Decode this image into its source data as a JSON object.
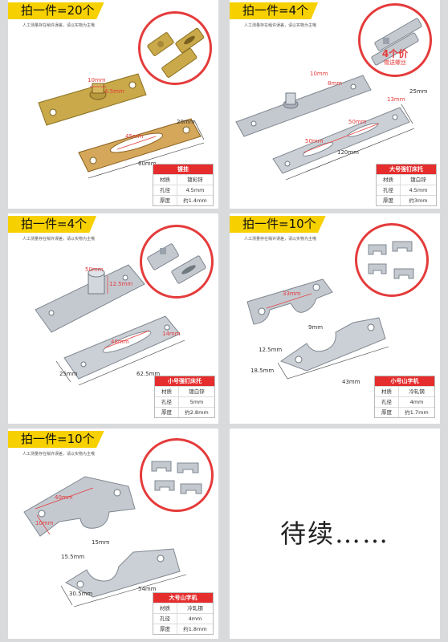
{
  "note": "人工测量存在稍许误差，请以实物为主哦",
  "colors": {
    "banner": "#f7d000",
    "accent": "#e53b3b",
    "zinc_color": "#c9a94a",
    "zinc_white": "#c4c9d0"
  },
  "panels": [
    {
      "title": "拍一件=20个",
      "dims": [
        "10mm",
        "4.5mm",
        "45mm",
        "20mm",
        "60mm"
      ],
      "spec_title": "镀挂",
      "specs": [
        [
          "材质",
          "镀彩锌"
        ],
        [
          "孔径",
          "4.5mm"
        ],
        [
          "厚度",
          "约1.4mm"
        ]
      ]
    },
    {
      "title": "拍一件=4个",
      "price_big": "4个价",
      "price_small": "赠送螺丝",
      "dims": [
        "10mm",
        "8mm",
        "25mm",
        "13mm",
        "50mm",
        "50mm",
        "120mm"
      ],
      "spec_title": "大号强钉床托",
      "specs": [
        [
          "材质",
          "镀白锌"
        ],
        [
          "孔径",
          "4.5mm"
        ],
        [
          "厚度",
          "约3mm"
        ]
      ]
    },
    {
      "title": "拍一件=4个",
      "dims": [
        "50mm",
        "12.5mm",
        "48mm",
        "14mm",
        "25mm",
        "62.5mm"
      ],
      "spec_title": "小号强钉床托",
      "specs": [
        [
          "材质",
          "镀白锌"
        ],
        [
          "孔径",
          "5mm"
        ],
        [
          "厚度",
          "约2.8mm"
        ]
      ]
    },
    {
      "title": "拍一件=10个",
      "dims": [
        "33mm",
        "9mm",
        "12.5mm",
        "18.5mm",
        "43mm"
      ],
      "spec_title": "小号山字机",
      "specs": [
        [
          "材质",
          "冷轧钢"
        ],
        [
          "孔径",
          "4mm"
        ],
        [
          "厚度",
          "约1.7mm"
        ]
      ]
    },
    {
      "title": "拍一件=10个",
      "dims": [
        "40mm",
        "10mm",
        "15.5mm",
        "15mm",
        "30.5mm",
        "54mm"
      ],
      "spec_title": "大号山字机",
      "specs": [
        [
          "材质",
          "冷轧钢"
        ],
        [
          "孔径",
          "4mm"
        ],
        [
          "厚度",
          "约1.8mm"
        ]
      ]
    }
  ],
  "todo": "待续……"
}
